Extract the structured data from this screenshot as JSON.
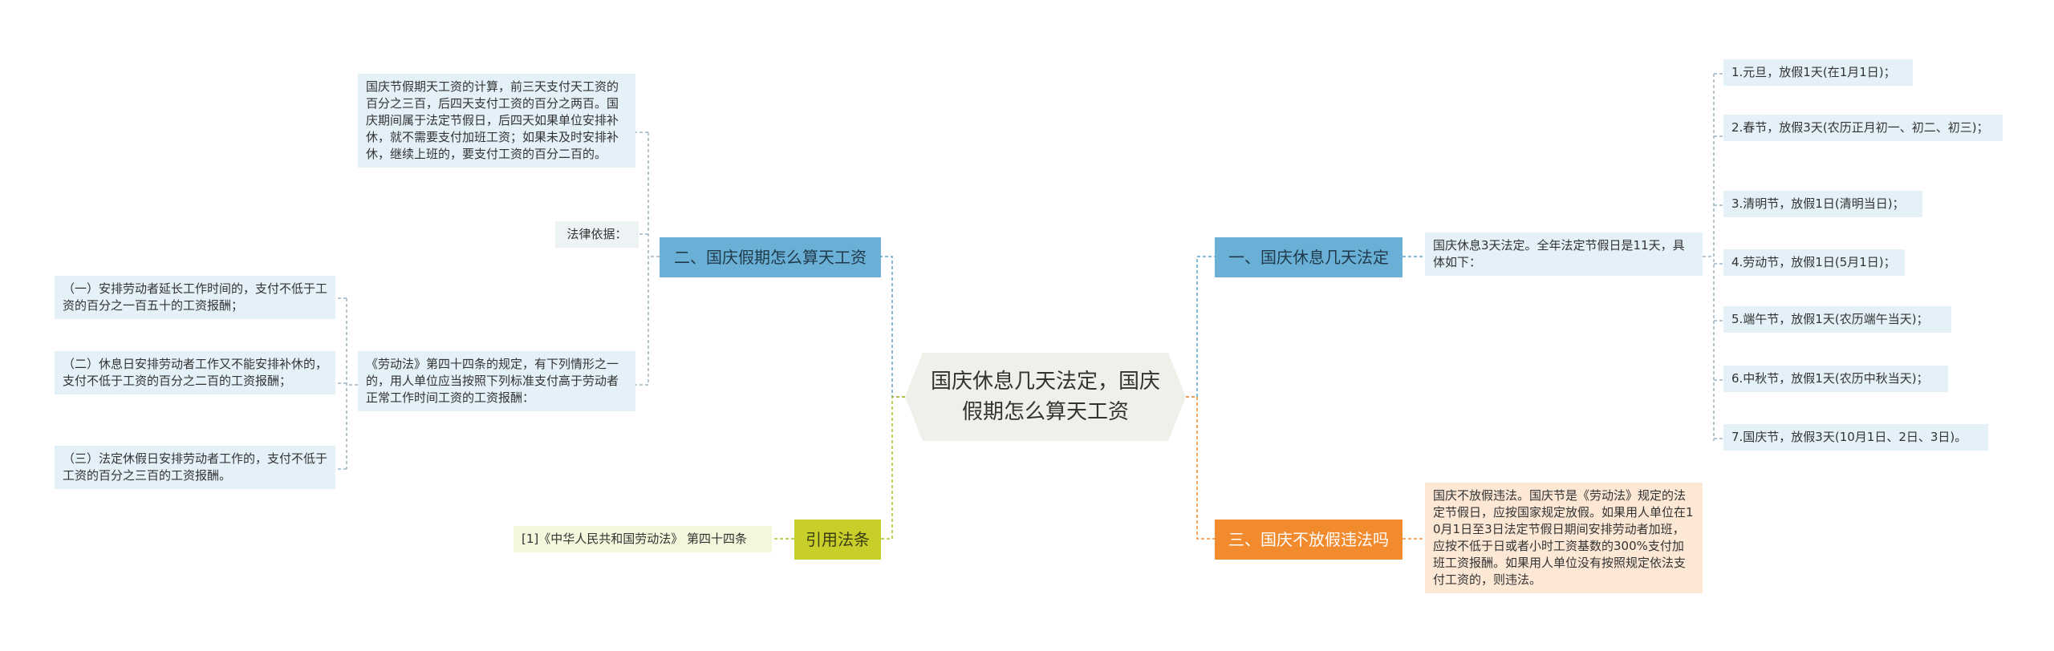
{
  "root": {
    "title": "国庆休息几天法定，国庆假期怎么算天工资"
  },
  "branch1": {
    "label": "一、国庆休息几天法定",
    "intro": "国庆休息3天法定。全年法定节假日是11天，具体如下：",
    "items": [
      "1.元旦，放假1天(在1月1日)；",
      "2.春节，放假3天(农历正月初一、初二、初三)；",
      "3.清明节，放假1日(清明当日)；",
      "4.劳动节，放假1日(5月1日)；",
      "5.端午节，放假1天(农历端午当天)；",
      "6.中秋节，放假1天(农历中秋当天)；",
      "7.国庆节，放假3天(10月1日、2日、3日)。"
    ]
  },
  "branch3": {
    "label": "三、国庆不放假违法吗",
    "text": "国庆不放假违法。国庆节是《劳动法》规定的法定节假日，应按国家规定放假。如果用人单位在10月1日至3日法定节假日期间安排劳动者加班，应按不低于日或者小时工资基数的300%支付加班工资报酬。如果用人单位没有按照规定依法支付工资的，则违法。"
  },
  "branch2": {
    "label": "二、国庆假期怎么算天工资",
    "calc_text": "国庆节假期天工资的计算，前三天支付天工资的百分之三百，后四天支付工资的百分之两百。国庆期间属于法定节假日，后四天如果单位安排补休，就不需要支付加班工资；如果未及时安排补休，继续上班的，要支付工资的百分二百的。",
    "legal_basis_label": "法律依据：",
    "law_text": "《劳动法》第四十四条的规定，有下列情形之一的，用人单位应当按照下列标准支付高于劳动者正常工作时间工资的工资报酬：",
    "law_items": [
      "（一）安排劳动者延长工作时间的，支付不低于工资的百分之一百五十的工资报酬；",
      "（二）休息日安排劳动者工作又不能安排补休的，支付不低于工资的百分之二百的工资报酬；",
      "（三）法定休假日安排劳动者工作的，支付不低于工资的百分之三百的工资报酬。"
    ]
  },
  "branch4": {
    "label": "引用法条",
    "ref": "[1]《中华人民共和国劳动法》 第四十四条"
  },
  "colors": {
    "blue_line": "#5aa3cc",
    "orange_line": "#f28a2e",
    "lime_line": "#b3b822",
    "gray_line": "#9ab6c6"
  }
}
